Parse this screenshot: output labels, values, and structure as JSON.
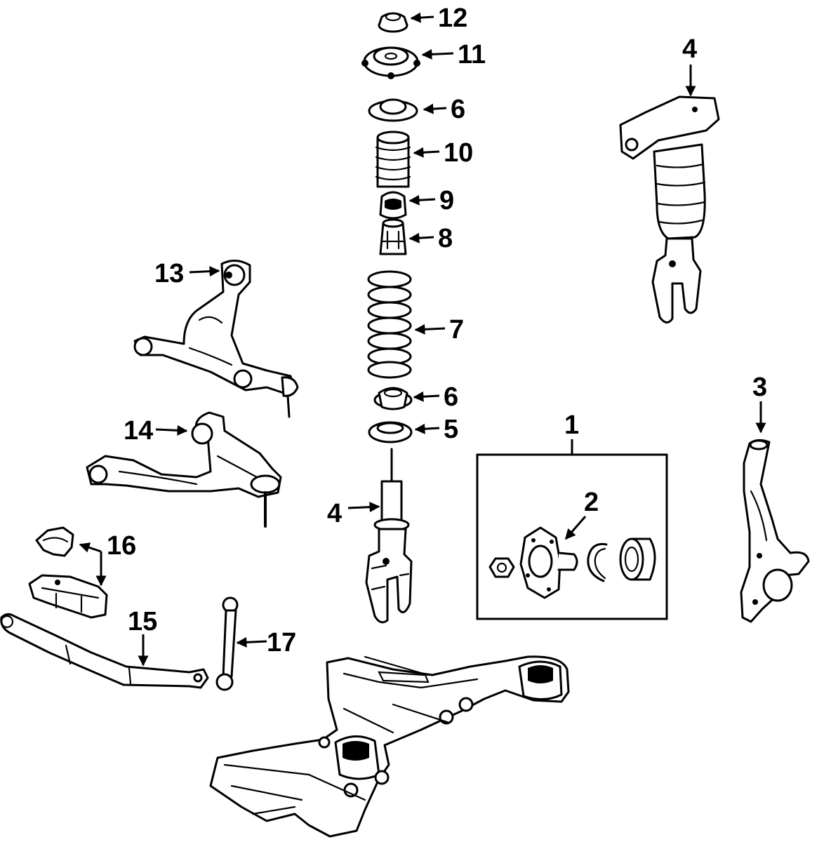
{
  "callouts": {
    "c1": "1",
    "c2": "2",
    "c3": "3",
    "c4_top": "4",
    "c4_strut": "4",
    "c5": "5",
    "c6_top": "6",
    "c6_bottom": "6",
    "c7": "7",
    "c8": "8",
    "c9": "9",
    "c10": "10",
    "c11": "11",
    "c12": "12",
    "c13": "13",
    "c14": "14",
    "c15": "15",
    "c16": "16",
    "c17": "17"
  },
  "colors": {
    "ink": "#000000",
    "paper": "#ffffff"
  }
}
